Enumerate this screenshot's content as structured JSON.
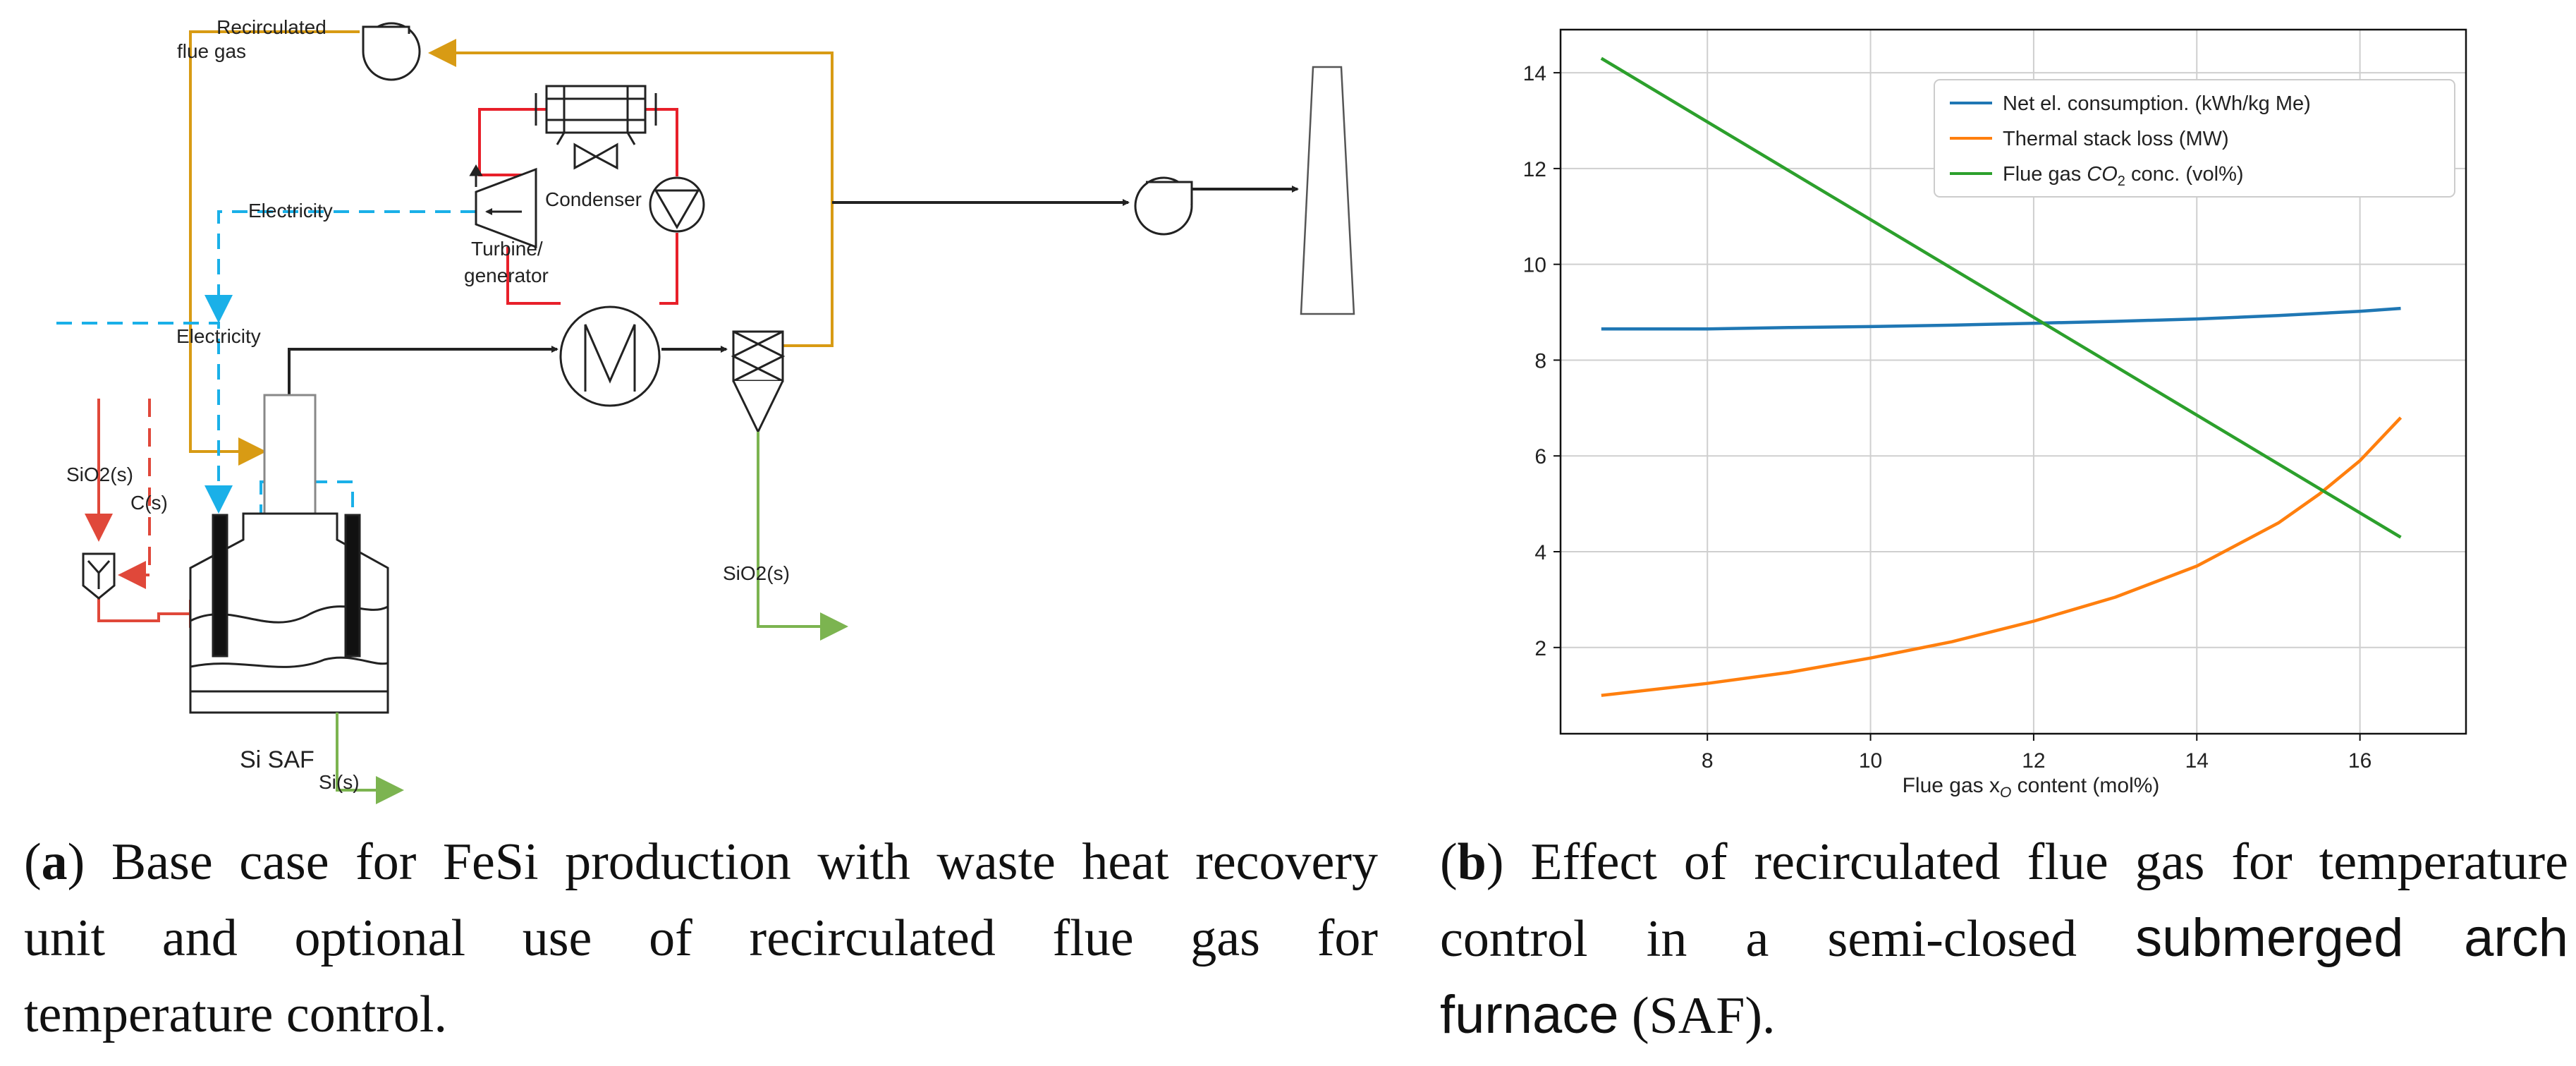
{
  "diagram": {
    "recirculated_line1": "Recirculated",
    "recirculated_line2": "flue gas",
    "electricity_top": "Electricity",
    "electricity_left": "Electricity",
    "condenser": "Condenser",
    "turbine_line1": "Turbine/",
    "turbine_line2": "generator",
    "sio2_left": "SiO2(s)",
    "carbon": "C(s)",
    "sio2_right": "SiO2(s)",
    "furnace": "Si SAF",
    "si_out": "Si(s)",
    "colors": {
      "flue": "#d89b14",
      "electric": "#1ab0e8",
      "feed": "#e0483a",
      "water": "#e8202a",
      "product": "#7cb450",
      "line": "#222222"
    }
  },
  "chart_data": {
    "type": "line",
    "xlabel_pre": "Flue gas x",
    "xlabel_sub": "O",
    "xlabel_post": " content (mol%)",
    "xlim": [
      6.2,
      17.3
    ],
    "ylim": [
      0.2,
      14.9
    ],
    "xticks": [
      "8",
      "10",
      "12",
      "14",
      "16"
    ],
    "yticks": [
      "2",
      "4",
      "6",
      "8",
      "10",
      "12",
      "14"
    ],
    "grid": true,
    "legend_position": "top-right",
    "series": [
      {
        "name": "Net el. consumption. (kWh/kg Me)",
        "color": "#1f77b4",
        "x": [
          6.7,
          8.0,
          9.0,
          10.0,
          11.0,
          12.0,
          13.0,
          14.0,
          15.0,
          16.0,
          16.5
        ],
        "y": [
          8.65,
          8.65,
          8.68,
          8.7,
          8.73,
          8.77,
          8.81,
          8.86,
          8.93,
          9.02,
          9.08
        ]
      },
      {
        "name": "Thermal stack loss (MW)",
        "color": "#ff7f0e",
        "x": [
          6.7,
          8.0,
          9.0,
          10.0,
          11.0,
          12.0,
          13.0,
          14.0,
          15.0,
          15.5,
          16.0,
          16.5
        ],
        "y": [
          1.0,
          1.25,
          1.48,
          1.78,
          2.12,
          2.55,
          3.05,
          3.7,
          4.6,
          5.2,
          5.9,
          6.8
        ]
      },
      {
        "name_pre": "Flue gas ",
        "name_chem": "CO",
        "name_sub": "2",
        "name_post": " conc. (vol%)",
        "color": "#2ca02c",
        "x": [
          6.7,
          16.5
        ],
        "y": [
          14.3,
          4.3
        ]
      }
    ]
  },
  "captions": {
    "a_label": "a",
    "a_line1": "Base case for FeSi production with waste heat recovery",
    "a_line2": "unit and optional use of recirculated flue gas for",
    "a_line3": "temperature control.",
    "b_label": "b",
    "b_line1": "Effect of recirculated flue gas for temperature",
    "b_line2_pre": "control in a semi-closed",
    "b_line2_sans": "submerged arch",
    "b_line3_sans": "furnace",
    "b_line3_post": "(SAF)."
  }
}
